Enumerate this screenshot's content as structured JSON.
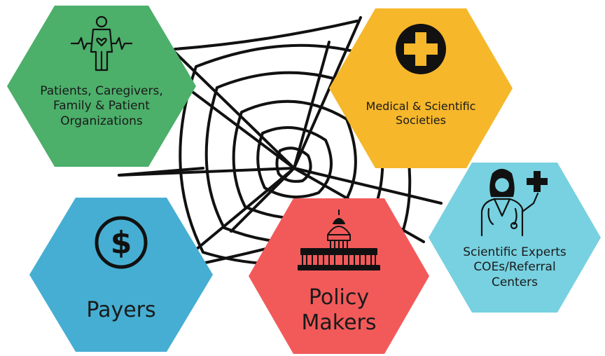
{
  "stakeholders": {
    "patients": {
      "label": "Patients, Caregivers,\nFamily & Patient\nOrganizations",
      "color": "#4caf6a",
      "icon": "patient-heart-icon"
    },
    "societies": {
      "label": "Medical & Scientific\nSocieties",
      "color": "#f6b72b",
      "icon": "medical-cross-icon"
    },
    "experts": {
      "label": "Scientific Experts\nCOEs/Referral\nCenters",
      "color": "#77d1e0",
      "icon": "doctor-icon"
    },
    "payers": {
      "label": "Payers",
      "color": "#46aed3",
      "icon": "dollar-icon"
    },
    "policy": {
      "label": "Policy\nMakers",
      "color": "#f25a5a",
      "icon": "capitol-building-icon"
    }
  },
  "center_graphic": "spider-web-icon"
}
